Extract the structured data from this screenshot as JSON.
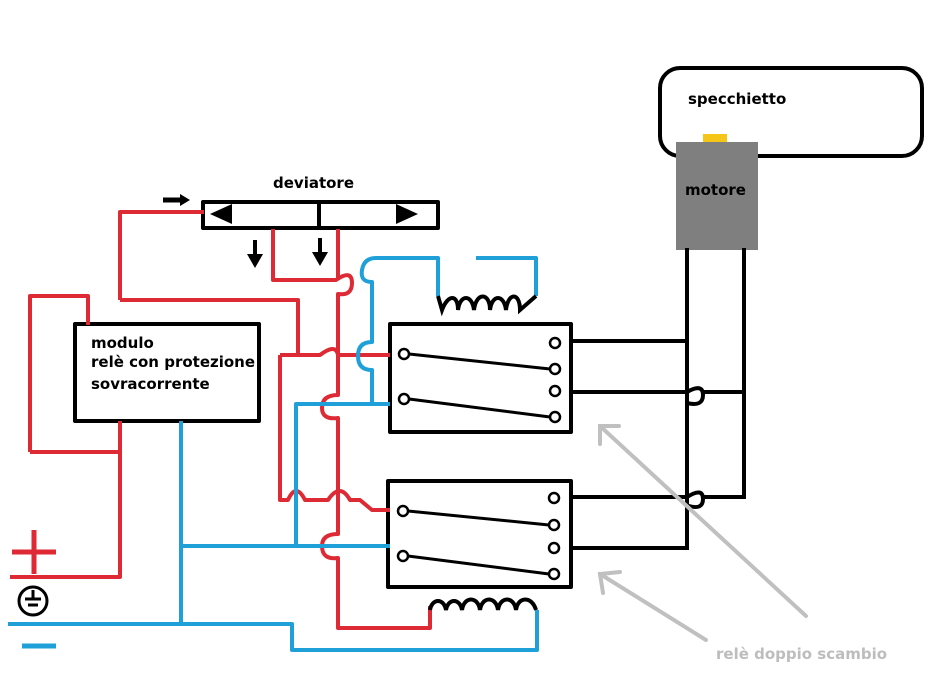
{
  "labels": {
    "mirror": "specchietto",
    "motor": "motore",
    "switch": "deviatore",
    "module_line1": "modulo",
    "module_line2": "relè con protezione",
    "module_line3": "sovracorrente",
    "relay_note": "relè doppio scambio"
  },
  "colors": {
    "positive_wire": "#dd2a34",
    "negative_wire": "#1fa0d8",
    "motor_wire": "#000000",
    "motor_body": "#7f7f7f",
    "annotation": "#c0c0c0",
    "motor_tab": "#f5c518"
  },
  "icons": [
    "plus-symbol",
    "minus-symbol",
    "ground-symbol",
    "arrow-left-icon",
    "arrow-right-icon",
    "arrow-down-icon"
  ]
}
